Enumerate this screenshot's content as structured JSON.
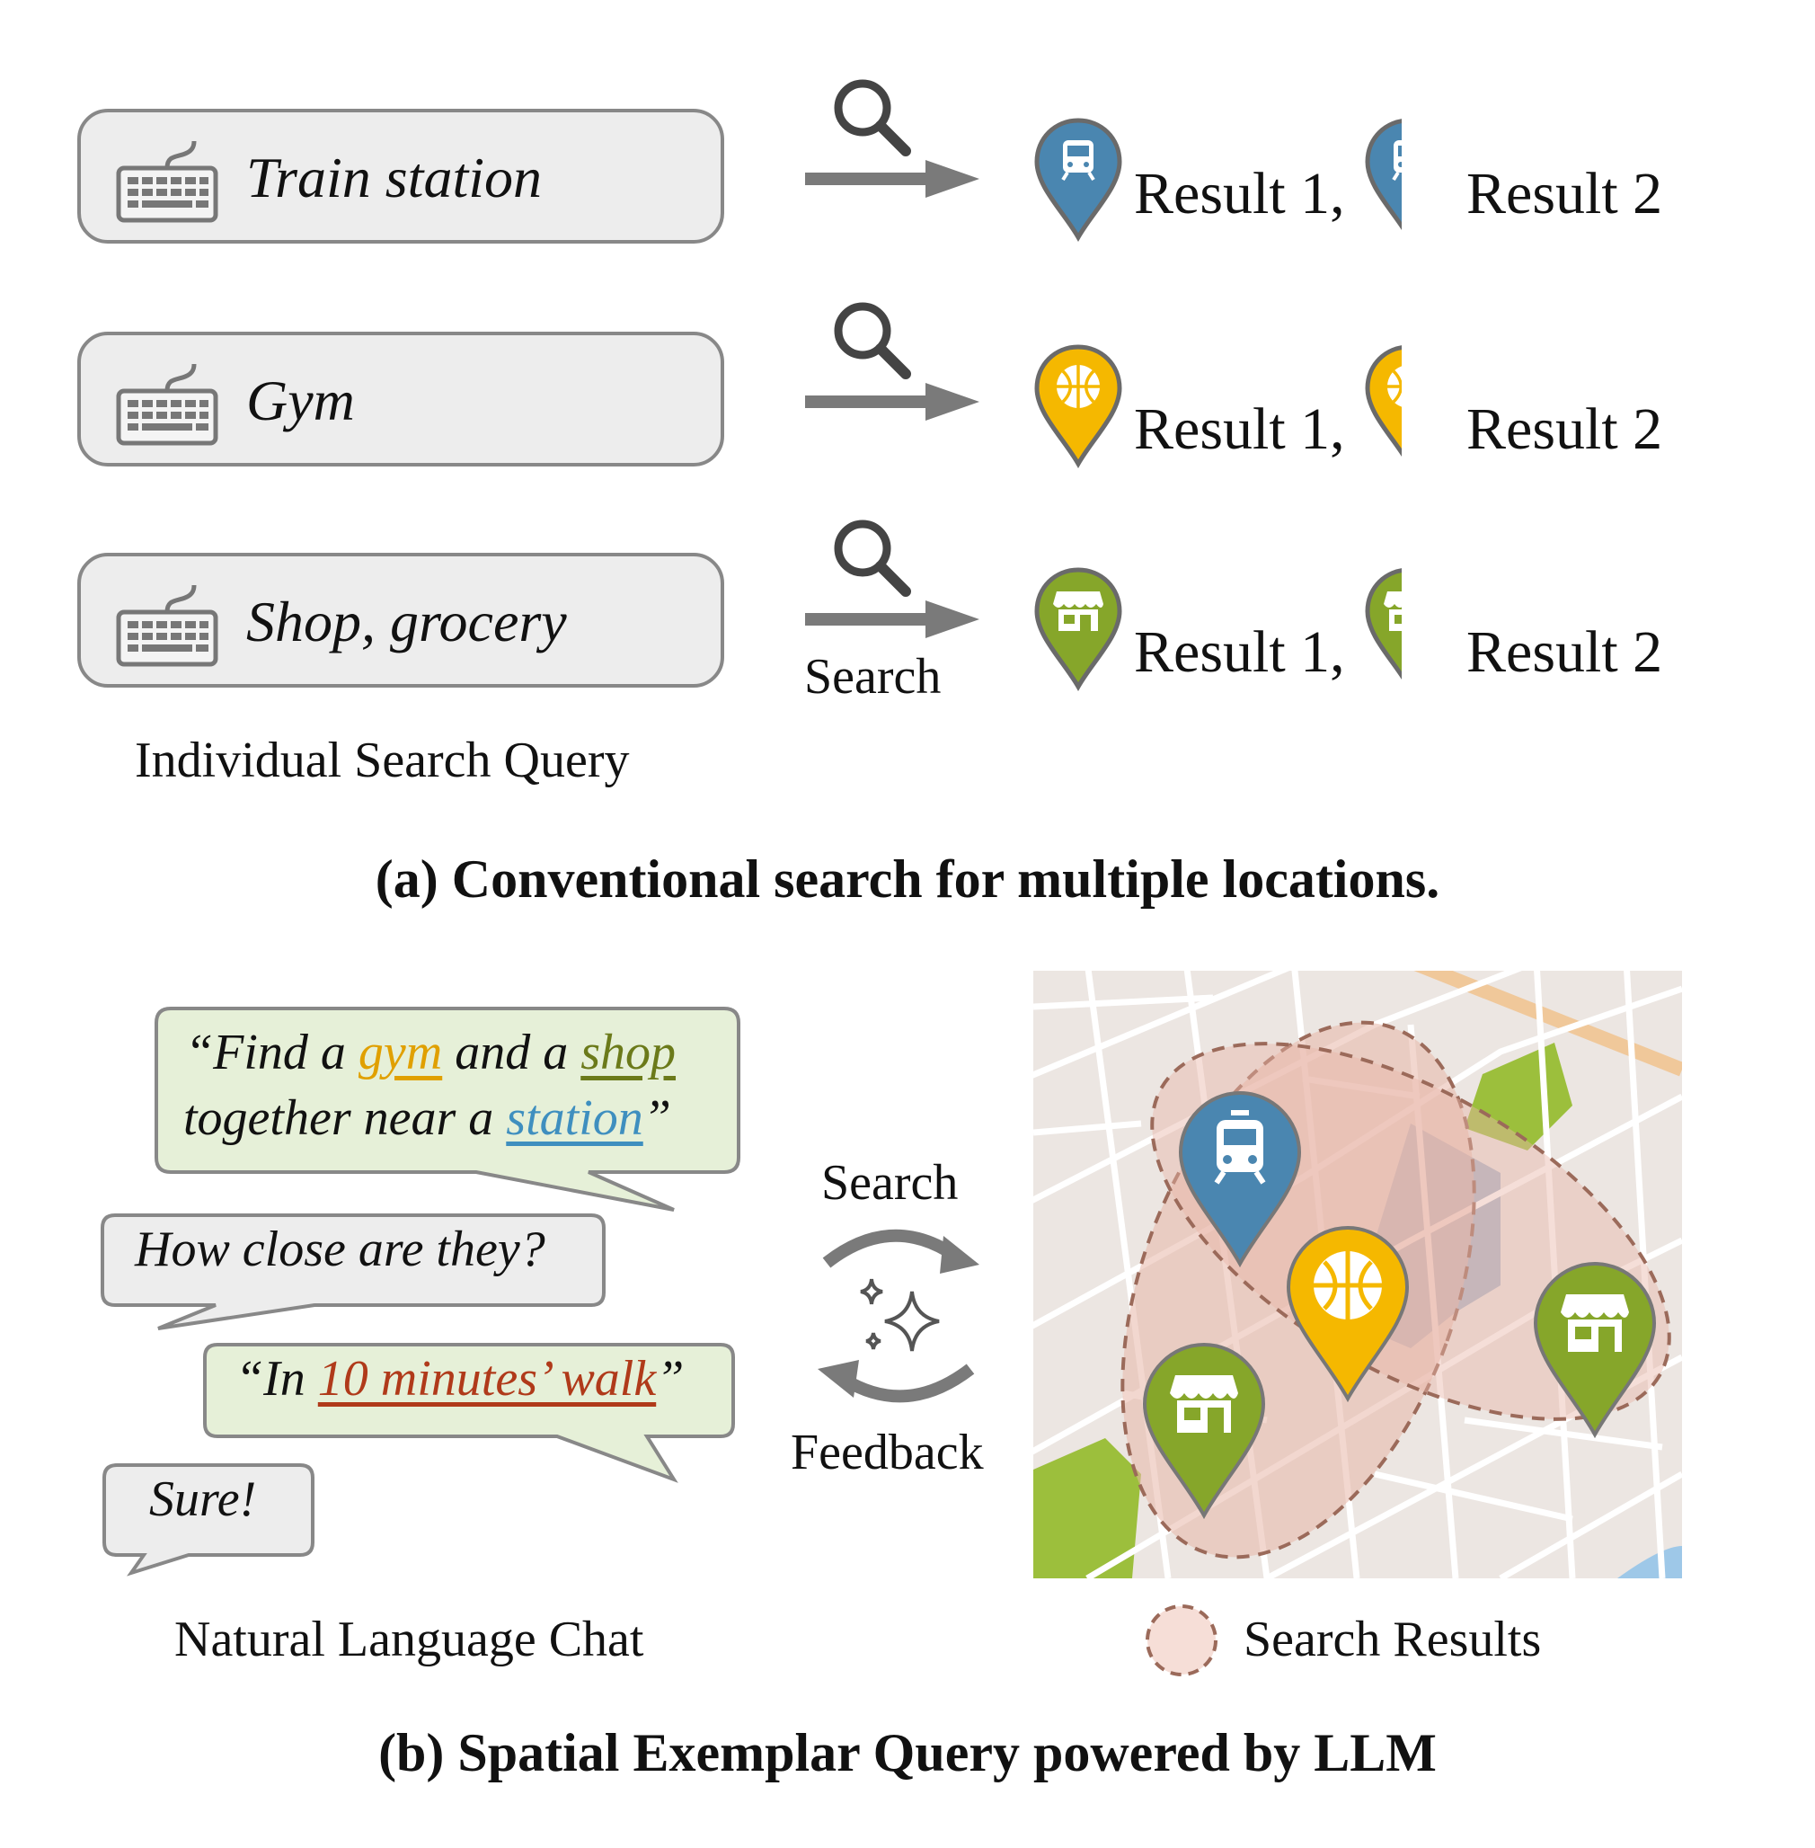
{
  "conventional": {
    "queries": [
      {
        "text": "Train station",
        "pin_color": "#4a86b0",
        "pin_icon": "train-icon"
      },
      {
        "text": "Gym",
        "pin_color": "#f5b800",
        "pin_icon": "basketball-icon"
      },
      {
        "text": "Shop, grocery",
        "pin_color": "#86a62a",
        "pin_icon": "store-icon"
      }
    ],
    "result_1": "Result 1,",
    "result_2": "Result 2",
    "search_label": "Search",
    "query_caption": "Individual Search Query",
    "subtitle": "(a) Conventional search for multiple locations."
  },
  "exemplar": {
    "chat": {
      "msg1_open": "“Find a ",
      "msg1_gym": "gym",
      "msg1_and": " and a ",
      "msg1_shop": "shop",
      "msg1_line2_start": "together near a ",
      "msg1_station": "station",
      "msg1_close": "”",
      "msg2": "How close are they?",
      "msg3_open": "“In ",
      "msg3_walk": "10 minutes’ walk",
      "msg3_close": "”",
      "msg4": "Sure!"
    },
    "search_label": "Search",
    "feedback_label": "Feedback",
    "chat_caption": "Natural Language Chat",
    "legend_label": "Search Results",
    "subtitle": "(b) Spatial Exemplar Query powered by LLM"
  },
  "colors": {
    "train": "#4a86b0",
    "gym": "#f5b800",
    "shop": "#86a62a",
    "bubble_green": "#e6f0d8",
    "bubble_gray": "#ededed",
    "result_area": "#e8b6a8"
  }
}
